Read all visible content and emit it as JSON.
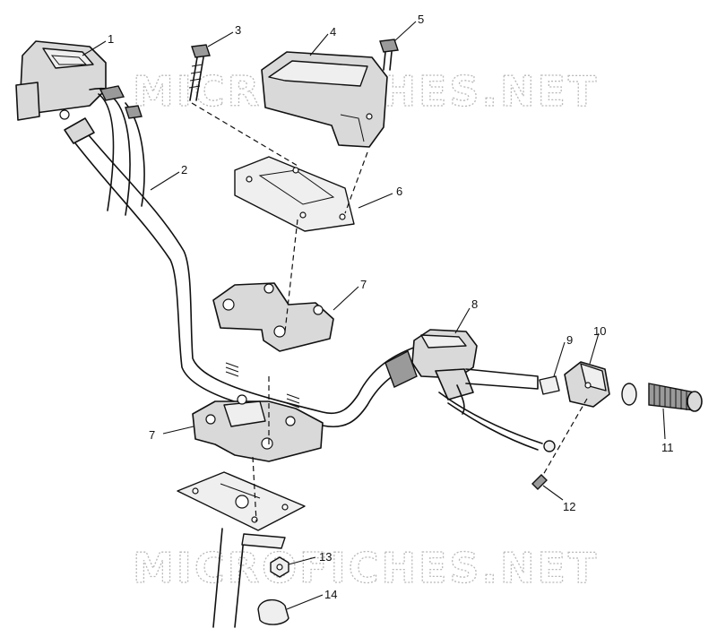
{
  "watermark": {
    "text": "MICROFICHES.NET"
  },
  "callouts": [
    "1",
    "2",
    "3",
    "4",
    "5",
    "6",
    "7",
    "7",
    "8",
    "9",
    "10",
    "11",
    "12",
    "13",
    "14"
  ]
}
